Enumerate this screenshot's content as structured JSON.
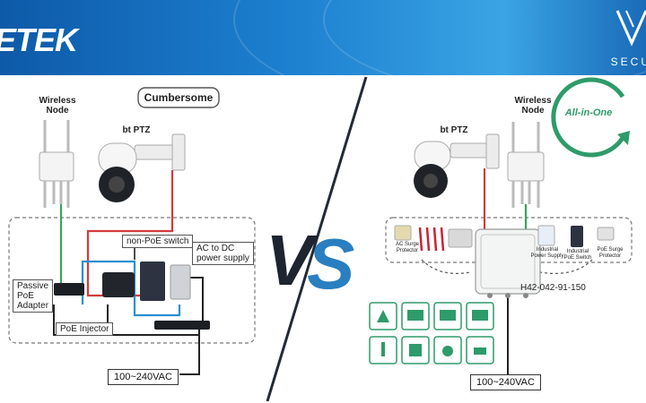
{
  "header": {
    "logo_text": "ETEK",
    "brand_right_text": "SECU"
  },
  "left": {
    "title": "Cumbersome",
    "wireless_node_label": "Wireless\nNode",
    "ptz_label": "bt PTZ",
    "nonpoe_switch_label": "non-PoE switch",
    "ac_dc_label": "AC to DC\npower supply",
    "passive_poe_label": "Passive\nPoE\nAdapter",
    "poe_injector_label": "PoE Injector",
    "voltage": "100~240VAC"
  },
  "vs_text": "VS",
  "right": {
    "all_in_one_label": "All-in-One",
    "wireless_node_label": "Wireless\nNode",
    "ptz_label": "bt PTZ",
    "model": "H42-042-91-150",
    "voltage": "100~240VAC",
    "components": [
      {
        "label": "AC Surge\nProtector"
      },
      {
        "label": "Industrial\nPower Supply"
      },
      {
        "label": "Industrial\nPoE Switch"
      },
      {
        "label": "PoE Surge\nProtector"
      }
    ]
  },
  "colors": {
    "header": "#1d80d0",
    "vs_dark": "#1e2430",
    "vs_blue": "#2a7fc0",
    "green_line": "#3aa35a",
    "red_line": "#d43a3a",
    "blue_line": "#2c8fd0",
    "icon_green": "#2e9b6a"
  }
}
